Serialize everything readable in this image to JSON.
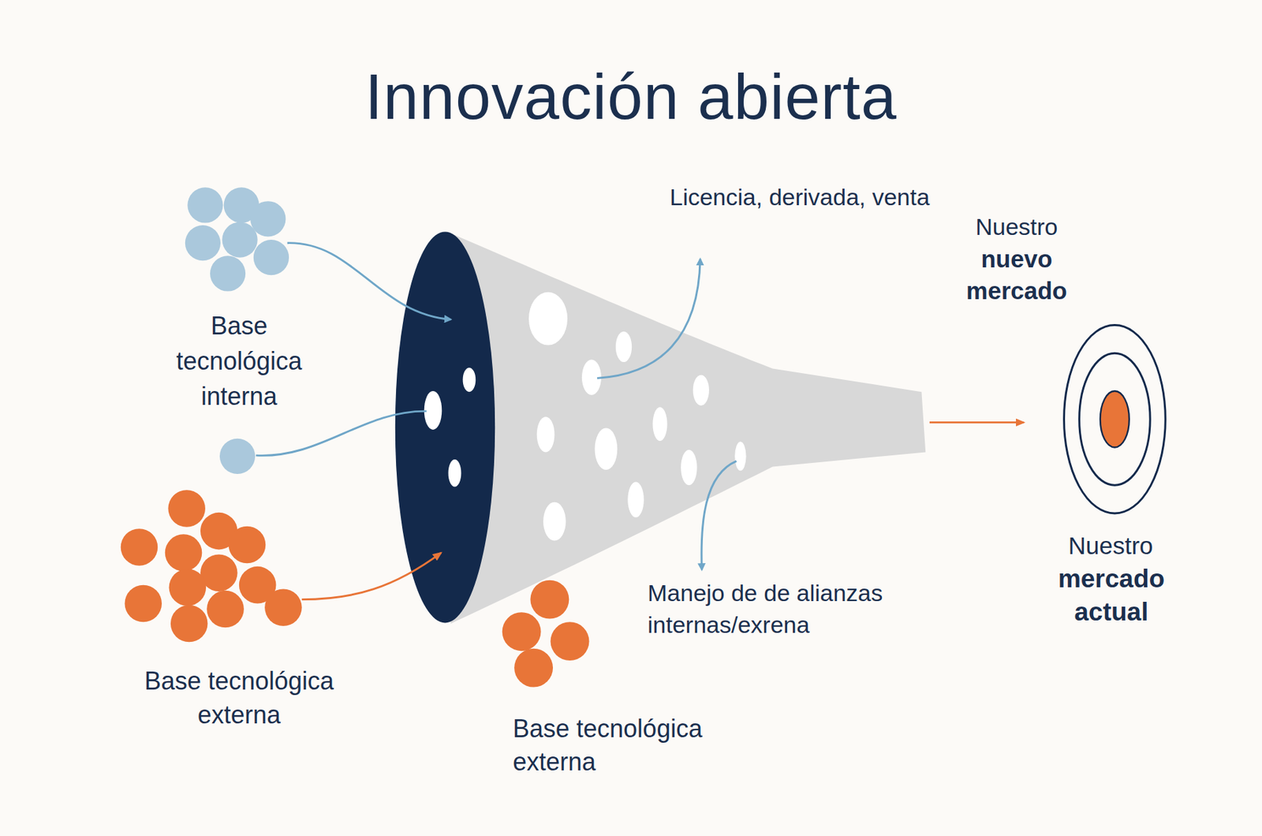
{
  "diagram": {
    "title": "Innovación abierta",
    "labels": [
      "Base tecnológica interna",
      "Base tecnológica externa",
      "Base tecnológica externa",
      "Licencia, derivada, venta",
      "Manejo de de alianzas internas/exrena",
      "Nuestro",
      "nuevo mercado",
      "Nuestro",
      "mercado actual"
    ]
  }
}
